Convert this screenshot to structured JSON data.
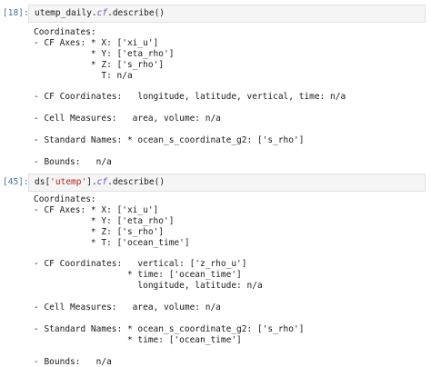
{
  "cells": [
    {
      "prompt": "[18]:",
      "code": {
        "pre": "utemp_daily.",
        "attr": "cf",
        "post": ".describe()"
      },
      "output": [
        "Coordinates:",
        "- CF Axes: * X: ['xi_u']",
        "           * Y: ['eta_rho']",
        "           * Z: ['s_rho']",
        "             T: n/a",
        "",
        "- CF Coordinates:   longitude, latitude, vertical, time: n/a",
        "",
        "- Cell Measures:   area, volume: n/a",
        "",
        "- Standard Names: * ocean_s_coordinate_g2: ['s_rho']",
        "",
        "- Bounds:   n/a"
      ]
    },
    {
      "prompt": "[45]:",
      "code": {
        "pre": "ds[",
        "str": "'utemp'",
        "mid": "].",
        "attr": "cf",
        "post": ".describe()"
      },
      "output": [
        "Coordinates:",
        "- CF Axes: * X: ['xi_u']",
        "           * Y: ['eta_rho']",
        "           * Z: ['s_rho']",
        "           * T: ['ocean_time']",
        "",
        "- CF Coordinates:   vertical: ['z_rho_u']",
        "                  * time: ['ocean_time']",
        "                    longitude, latitude: n/a",
        "",
        "- Cell Measures:   area, volume: n/a",
        "",
        "- Standard Names: * ocean_s_coordinate_g2: ['s_rho']",
        "                  * time: ['ocean_time']",
        "",
        "- Bounds:   n/a"
      ]
    }
  ]
}
